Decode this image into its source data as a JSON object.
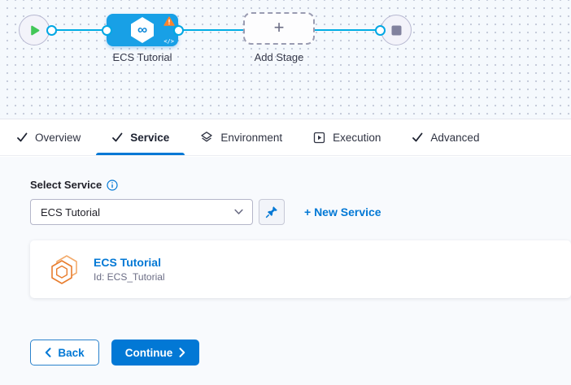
{
  "pipeline": {
    "stage_label": "ECS Tutorial",
    "add_stage_label": "Add Stage",
    "plus_glyph": "+",
    "code_glyph": "</>",
    "infinity_glyph": "∞"
  },
  "tabs": [
    {
      "label": "Overview",
      "icon": "check-icon",
      "active": false
    },
    {
      "label": "Service",
      "icon": "check-icon",
      "active": true
    },
    {
      "label": "Environment",
      "icon": "layers-icon",
      "active": false
    },
    {
      "label": "Execution",
      "icon": "play-box-icon",
      "active": false
    },
    {
      "label": "Advanced",
      "icon": "check-icon",
      "active": false
    }
  ],
  "service_panel": {
    "select_label": "Select Service",
    "dropdown_value": "ECS Tutorial",
    "new_service_label": "+ New Service",
    "card_title": "ECS Tutorial",
    "card_id": "Id: ECS_Tutorial"
  },
  "footer": {
    "back_label": "Back",
    "continue_label": "Continue"
  },
  "icons": {
    "start_node": "play-icon",
    "end_node": "stop-icon",
    "stage": "cd-hexagon-infinity-icon",
    "stage_badge": "warning-triangle-icon",
    "stage_corner": "code-icon",
    "info": "info-icon",
    "dropdown": "chevron-down-icon",
    "pin": "pin-icon",
    "service_card": "hexagon-service-icon",
    "back": "chevron-left-icon",
    "continue": "chevron-right-icon"
  },
  "colors": {
    "accent_blue": "#0278d5",
    "node_blue": "#18a0e6",
    "connector_blue": "#00ade4",
    "warning_orange": "#ff832b",
    "service_icon_orange": "#e87d2e",
    "play_green": "#42c758",
    "panel_bg": "#f8fafd",
    "graph_bg": "#f5f9fd"
  }
}
